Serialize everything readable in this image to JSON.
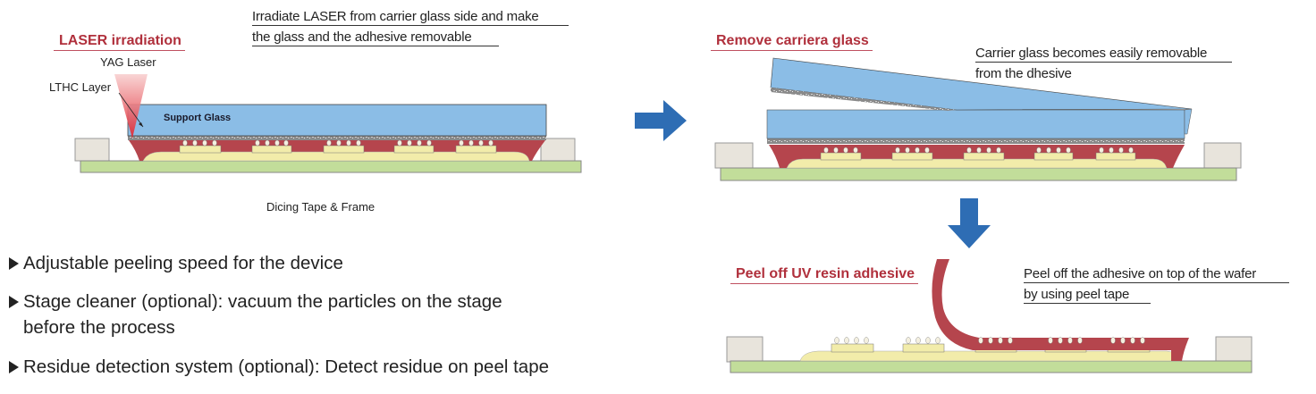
{
  "step1": {
    "title": "LASER irradiation",
    "desc_line1": "Irradiate LASER from carrier glass side and make",
    "desc_line2": "the glass and the adhesive removable",
    "yag_label": "YAG Laser",
    "lthc_label": "LTHC Layer",
    "glass_label": "Support Glass",
    "tape_label": "Dicing Tape & Frame"
  },
  "step2": {
    "title": "Remove carriera glass",
    "desc_line1": "Carrier glass becomes easily removable",
    "desc_line2": "from the dhesive"
  },
  "step3": {
    "title": "Peel off UV resin adhesive",
    "desc_line1": "Peel off the adhesive on top of the wafer",
    "desc_line2": "by using peel tape"
  },
  "features": [
    {
      "line1": "Adjustable peeling speed for the device"
    },
    {
      "line1": "Stage cleaner (optional): vacuum the particles on the stage",
      "line2": "before the process"
    },
    {
      "line1": "Residue detection system (optional): Detect residue on peel tape"
    }
  ],
  "colors": {
    "glass": "#8bbde6",
    "adhesive": "#b5454d",
    "wafer": "#f2ecaa",
    "tape": "#c2dd9a",
    "frame": "#e8e4dc",
    "arrow": "#2e6db4",
    "title_red": "#b0303c"
  }
}
